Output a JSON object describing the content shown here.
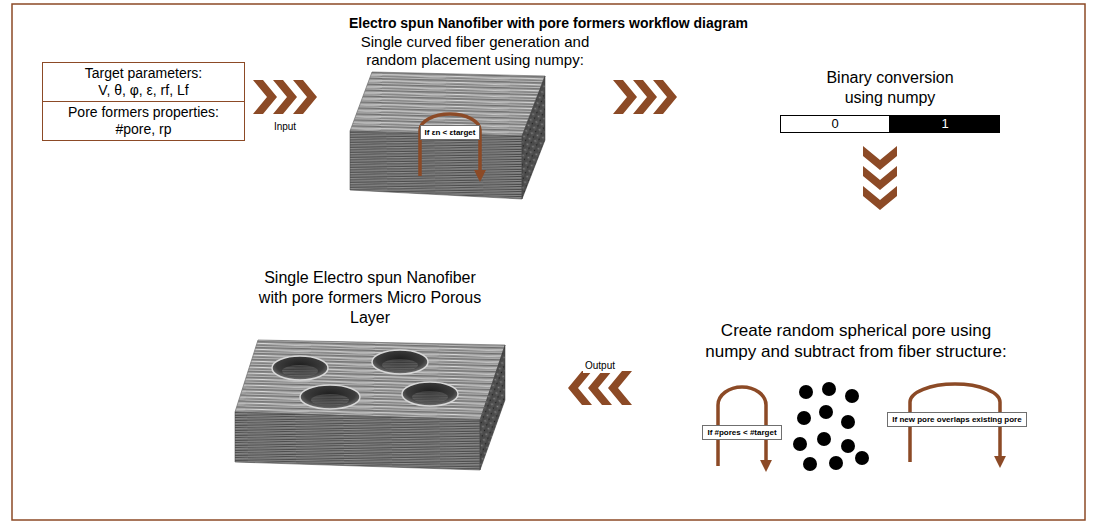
{
  "diagram": {
    "title": "Electro spun Nanofiber with pore formers workflow diagram",
    "nodes": [
      {
        "text": [
          "Target parameters:",
          "V, θ, φ, ε, rf, Lf"
        ]
      },
      {
        "text": [
          "Pore formers properties:",
          "#pore, rp"
        ]
      },
      {
        "text": [
          "Single curved fiber generation and random placement using numpy:"
        ]
      },
      {
        "text": [
          "If εn < εtarget"
        ],
        "in": 2
      },
      {
        "text": [
          "Binary conversion using numpy"
        ]
      },
      {
        "text": [
          "0"
        ],
        "in": 4
      },
      {
        "text": [
          "1"
        ],
        "in": 4
      },
      {
        "text": [
          "Single Electro spun Nanofiber with pore formers Micro Porous Layer"
        ]
      },
      {
        "text": [
          "Create random spherical pore using numpy and subtract from fiber structure:"
        ]
      },
      {
        "text": [
          "If #pores < #target"
        ],
        "in": 8
      },
      {
        "text": [
          "If new pore overlaps existing pore"
        ],
        "in": 8
      }
    ],
    "edges": [
      {
        "from": 0,
        "to": 2,
        "arrow": "to",
        "label": "Input"
      },
      {
        "from": 2,
        "to": 4,
        "arrow": "to"
      },
      {
        "from": 4,
        "to": 8,
        "arrow": "to"
      },
      {
        "from": 8,
        "to": 7,
        "arrow": "to",
        "label": "Output"
      }
    ]
  }
}
